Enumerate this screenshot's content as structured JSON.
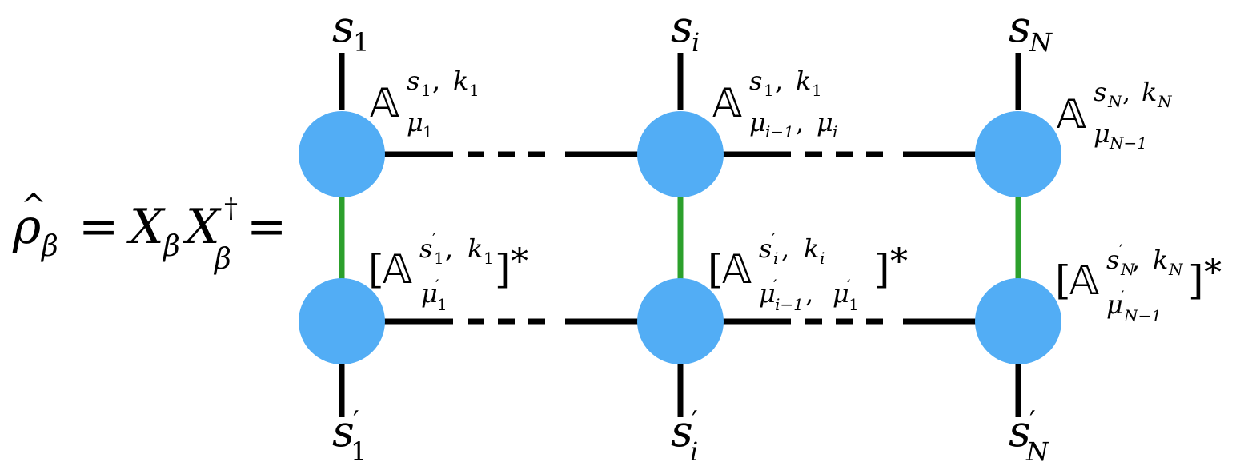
{
  "colors": {
    "node_fill": "#52ADF5",
    "rung_edge": "#2CA02C",
    "bond_edge": "#000000",
    "background": "#FFFFFF"
  },
  "lhs": {
    "rho": "ρ",
    "hat": "^",
    "beta": "β",
    "equals": "=",
    "x": "X",
    "dagger": "†"
  },
  "sites": [
    {
      "top_index": {
        "base": "s",
        "sub": "1"
      },
      "bottom_index": {
        "base": "s",
        "prime": "′",
        "sub": "1"
      },
      "upper_tensor": {
        "symbol": "𝔸",
        "sup_s": "s",
        "sup_s_sub": "1",
        "comma": ",",
        "sup_k": "k",
        "sup_k_sub": "1",
        "mu": "μ",
        "mu_sub": "1"
      },
      "lower_tensor": {
        "open": "[",
        "symbol": "𝔸",
        "sup_s": "s",
        "sup_s_prime": "′",
        "sup_s_sub": "1",
        "comma": ",",
        "sup_k": "k",
        "sup_k_sub": "1",
        "mu": "μ",
        "mu_prime": "′",
        "mu_sub": "1",
        "close": "]",
        "star": "*"
      }
    },
    {
      "top_index": {
        "base": "s",
        "sub": "i"
      },
      "bottom_index": {
        "base": "s",
        "prime": "′",
        "sub": "i"
      },
      "upper_tensor": {
        "symbol": "𝔸",
        "sup_s": "s",
        "sup_s_sub": "1",
        "comma": ",",
        "sup_k": "k",
        "sup_k_sub": "1",
        "mu1": "μ",
        "mu1_sub": "i−1",
        "mu_comma": ",",
        "mu2": "μ",
        "mu2_sub": "i"
      },
      "lower_tensor": {
        "open": "[",
        "symbol": "𝔸",
        "sup_s": "s",
        "sup_s_prime": "′",
        "sup_s_sub": "i",
        "comma": ",",
        "sup_k": "k",
        "sup_k_sub": "i",
        "mu1": "μ",
        "mu1_prime": "′",
        "mu1_sub": "i−1",
        "mu_comma": ",",
        "mu2": "μ",
        "mu2_prime": "′",
        "mu2_sub": "1",
        "close": "]",
        "star": "*"
      }
    },
    {
      "top_index": {
        "base": "s",
        "sub": "N"
      },
      "bottom_index": {
        "base": "s",
        "prime": "′",
        "sub": "N"
      },
      "upper_tensor": {
        "symbol": "𝔸",
        "sup_s": "s",
        "sup_s_sub": "N",
        "comma": ",",
        "sup_k": "k",
        "sup_k_sub": "N",
        "mu": "μ",
        "mu_sub": "N−1"
      },
      "lower_tensor": {
        "open": "[",
        "symbol": "𝔸",
        "sup_s": "s",
        "sup_s_prime": "′",
        "sup_s_sub": "N",
        "comma": ",",
        "sup_k": "k",
        "sup_k_sub": "N",
        "mu": "μ",
        "mu_prime": "′",
        "mu_sub": "N−1",
        "close": "]",
        "star": "*"
      }
    }
  ]
}
